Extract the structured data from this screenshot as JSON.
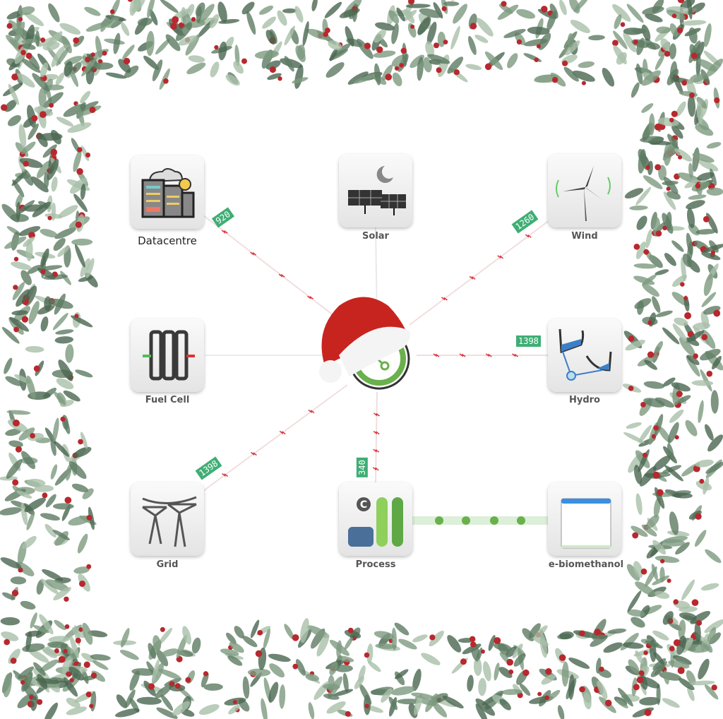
{
  "nodes": {
    "datacentre": {
      "label": "Datacentre"
    },
    "solar": {
      "label": "Solar"
    },
    "wind": {
      "label": "Wind"
    },
    "fuel_cell": {
      "label": "Fuel Cell"
    },
    "hydro": {
      "label": "Hydro"
    },
    "grid": {
      "label": "Grid"
    },
    "process": {
      "label": "Process"
    },
    "e_biomethanol": {
      "label": "e-biomethanol"
    }
  },
  "flows": {
    "datacentre": "920",
    "wind": "1260",
    "hydro": "1398",
    "grid": "1398",
    "process": "340"
  },
  "colors": {
    "accent": "#3fae74",
    "flow": "#d9363e",
    "berry": "#b8282e",
    "leaf": "#5d7a62"
  }
}
